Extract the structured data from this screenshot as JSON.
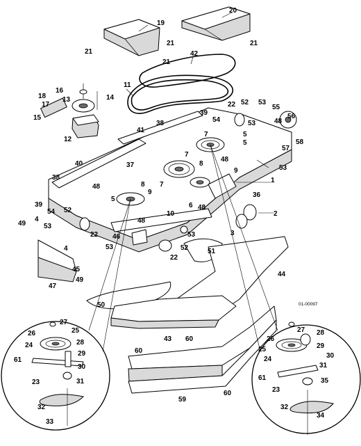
{
  "diagram": {
    "drawing_code": "01-00097",
    "callouts": [
      "1",
      "2",
      "3",
      "4",
      "5",
      "6",
      "7",
      "8",
      "9",
      "10",
      "11",
      "12",
      "13",
      "14",
      "15",
      "16",
      "17",
      "18",
      "19",
      "20",
      "21",
      "22",
      "23",
      "24",
      "25",
      "26",
      "27",
      "28",
      "29",
      "30",
      "31",
      "32",
      "33",
      "34",
      "35",
      "36",
      "37",
      "38",
      "39",
      "40",
      "41",
      "42",
      "43",
      "44",
      "45",
      "46",
      "47",
      "48",
      "49",
      "50",
      "51",
      "52",
      "53",
      "54",
      "55",
      "56",
      "57",
      "58",
      "59",
      "60",
      "61"
    ]
  }
}
